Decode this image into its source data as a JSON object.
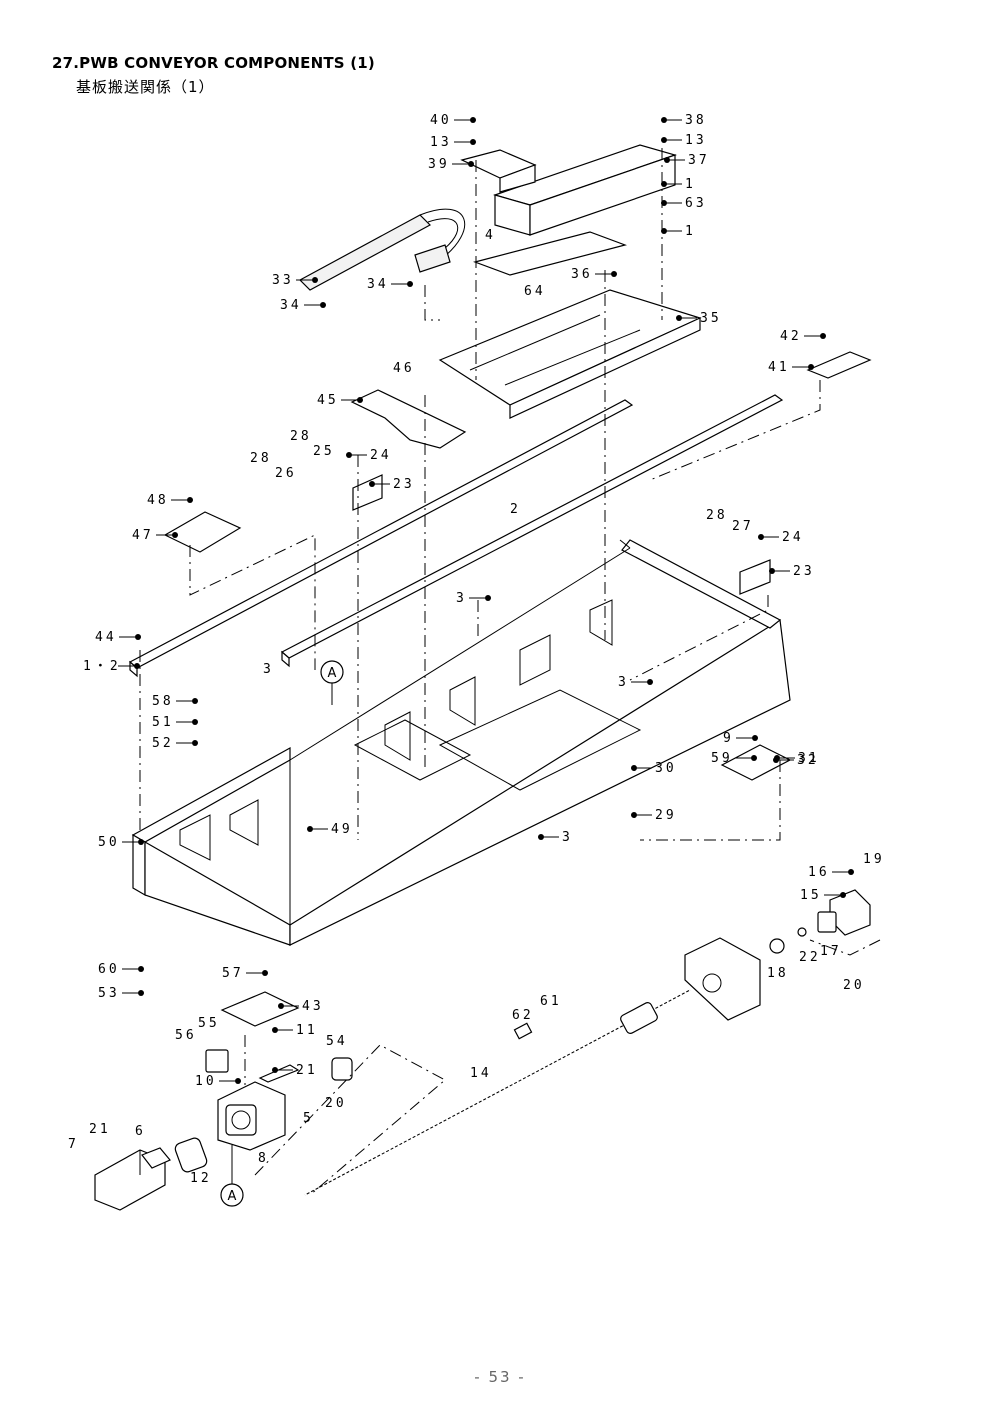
{
  "header": {
    "title": "27.PWB CONVEYOR COMPONENTS (1)",
    "subtitle": "基板搬送関係（1）"
  },
  "callouts": {
    "detail_a_1": "A",
    "detail_a_2": "A"
  },
  "part_labels": [
    "40",
    "13",
    "39",
    "38",
    "13",
    "37",
    "1",
    "63",
    "1",
    "4",
    "33",
    "34",
    "34",
    "36",
    "64",
    "35",
    "42",
    "41",
    "46",
    "45",
    "28",
    "25",
    "24",
    "28",
    "26",
    "23",
    "2",
    "48",
    "47",
    "28",
    "27",
    "24",
    "23",
    "3",
    "44",
    "1・2",
    "3",
    "3",
    "58",
    "51",
    "52",
    "9",
    "59",
    "32",
    "31",
    "30",
    "29",
    "49",
    "3",
    "50",
    "16",
    "19",
    "15",
    "22",
    "17",
    "18",
    "20",
    "60",
    "53",
    "57",
    "43",
    "11",
    "55",
    "56",
    "54",
    "21",
    "10",
    "20",
    "5",
    "62",
    "61",
    "14",
    "7",
    "21",
    "6",
    "12",
    "8"
  ],
  "footer": {
    "page_number": "- 53 -"
  }
}
